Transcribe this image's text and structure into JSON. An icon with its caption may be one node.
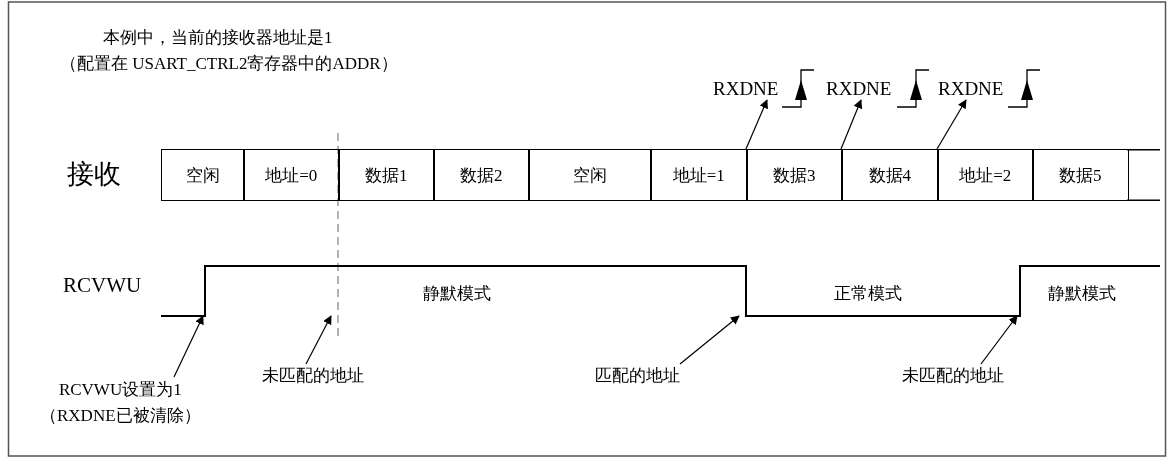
{
  "diagram": {
    "nodes": [
      {
        "text": [
          "RXDNE"
        ]
      },
      {
        "text": [
          "RXDNE"
        ]
      },
      {
        "text": [
          "RXDNE"
        ]
      },
      {
        "text": [
          "空闲"
        ]
      },
      {
        "text": [
          "地址=0"
        ]
      },
      {
        "text": [
          "数据1"
        ]
      },
      {
        "text": [
          "数据2"
        ]
      },
      {
        "text": [
          "空闲"
        ]
      },
      {
        "text": [
          "地址=1"
        ]
      },
      {
        "text": [
          "数据3"
        ]
      },
      {
        "text": [
          "数据4"
        ]
      },
      {
        "text": [
          "地址=2"
        ]
      },
      {
        "text": [
          "数据5"
        ]
      },
      {
        "text": [],
        "shape": "line"
      },
      {
        "text": [
          "RCVWU设置为1",
          "（RXDNE已被清除）"
        ]
      },
      {
        "text": [
          "未匹配的地址"
        ]
      },
      {
        "text": [
          "匹配的地址"
        ]
      },
      {
        "text": [
          "未匹配的地址"
        ]
      }
    ],
    "edges": [
      {
        "from": 9,
        "to": 0,
        "arrow": "to"
      },
      {
        "from": 9,
        "to": 1,
        "arrow": "to"
      },
      {
        "from": 11,
        "to": 2,
        "arrow": "to"
      },
      {
        "from": 14,
        "to": 13,
        "arrow": "to"
      },
      {
        "from": 15,
        "to": 13,
        "arrow": "to"
      },
      {
        "from": 16,
        "to": 13,
        "arrow": "to"
      },
      {
        "from": 17,
        "to": 13,
        "arrow": "to"
      }
    ],
    "labels": [
      "本例中，当前的接收器地址是1",
      "（配置在 USART_CTRL2寄存器中的ADDR）",
      "接收",
      "RCVWU",
      "静默模式",
      "正常模式",
      "静默模式"
    ]
  }
}
